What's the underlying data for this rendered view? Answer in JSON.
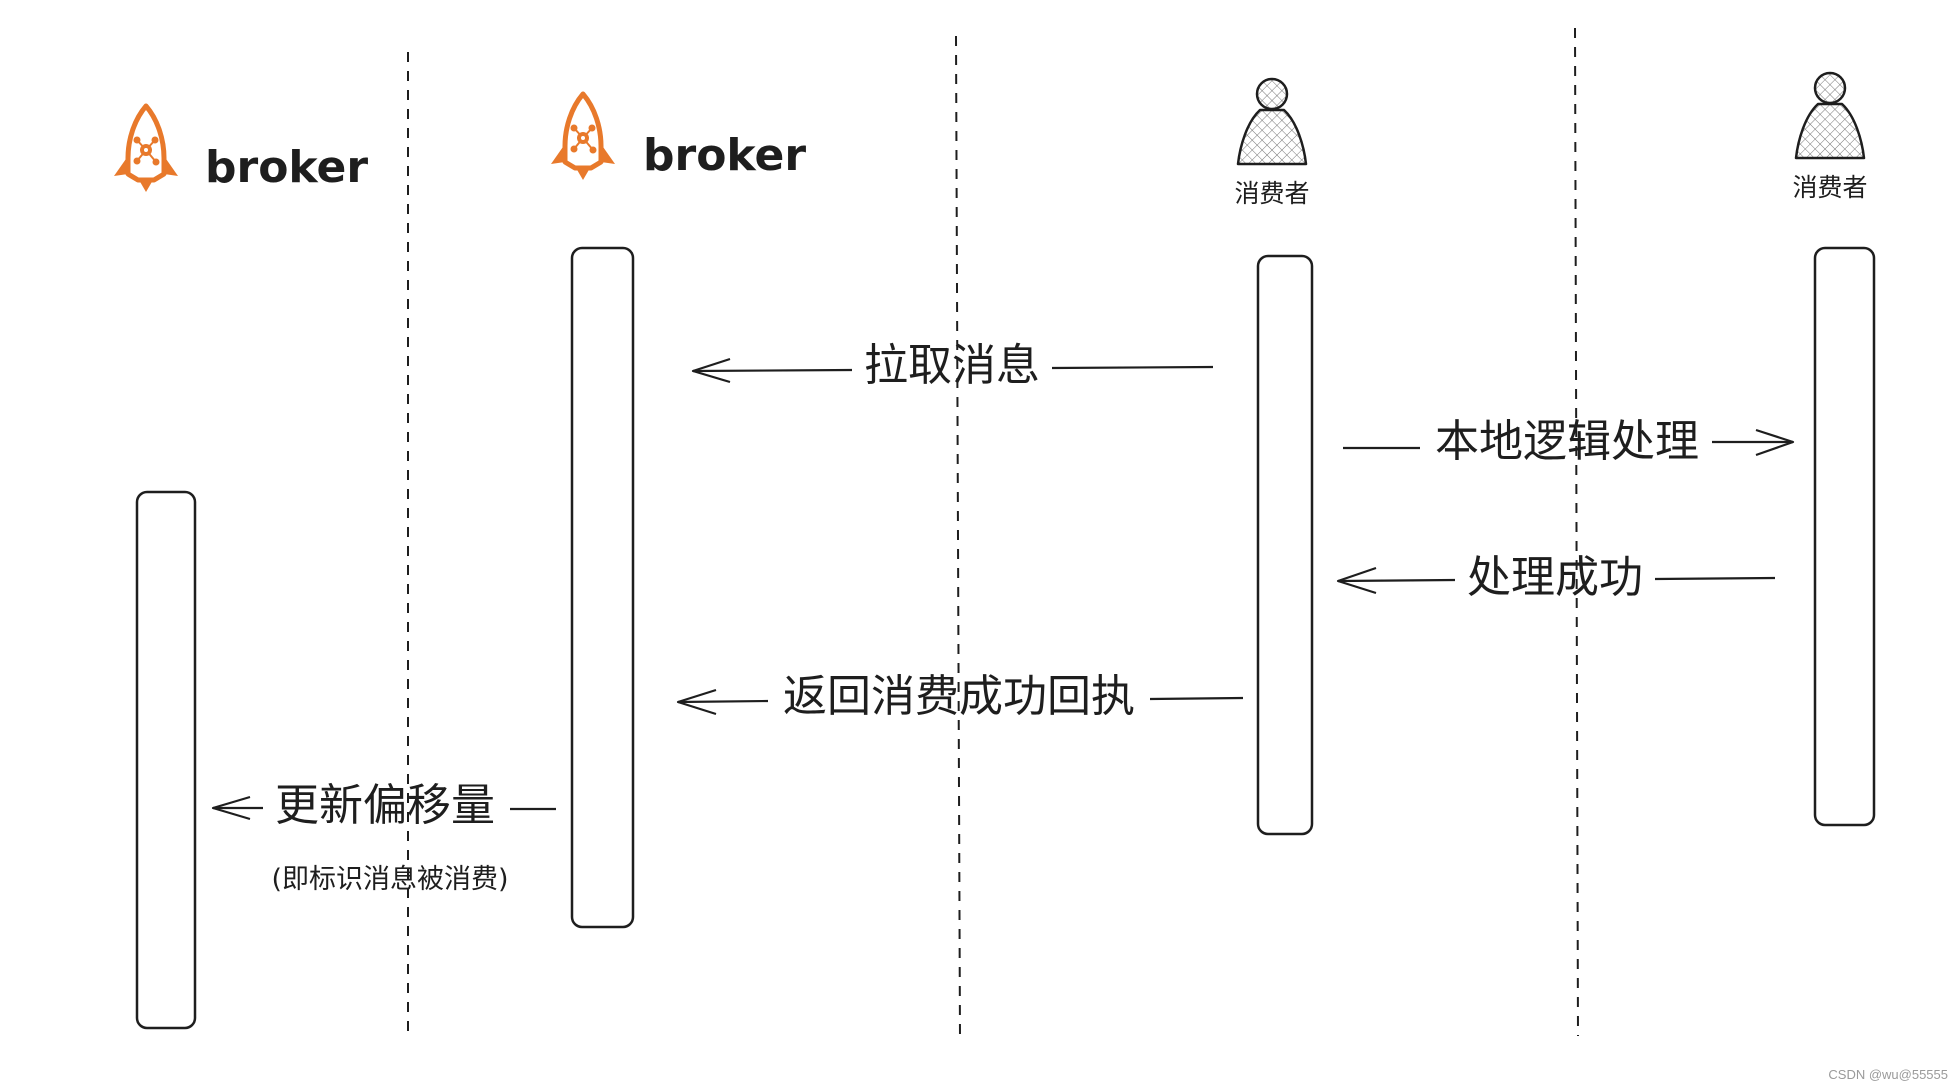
{
  "participants": [
    {
      "id": "broker1",
      "type": "broker",
      "label": "broker",
      "icon": "rocket-icon"
    },
    {
      "id": "broker2",
      "type": "broker",
      "label": "broker",
      "icon": "rocket-icon"
    },
    {
      "id": "consumer1",
      "type": "consumer",
      "label": "消费者",
      "icon": "person-icon"
    },
    {
      "id": "consumer2",
      "type": "consumer",
      "label": "消费者",
      "icon": "person-icon"
    }
  ],
  "messages": [
    {
      "label": "拉取消息",
      "from": "consumer1",
      "to": "broker2"
    },
    {
      "label": "本地逻辑处理",
      "from": "consumer1",
      "to": "consumer2"
    },
    {
      "label": "处理成功",
      "from": "consumer2",
      "to": "consumer1"
    },
    {
      "label": "返回消费成功回执",
      "from": "consumer1",
      "to": "broker2"
    },
    {
      "label": "更新偏移量",
      "sublabel": "(即标识消息被消费)",
      "from": "broker2",
      "to": "broker1"
    }
  ],
  "colors": {
    "rocket": "#e8792b",
    "stroke": "#1e1e1e",
    "text": "#1e1e1e"
  },
  "watermark": "CSDN @wu@55555"
}
